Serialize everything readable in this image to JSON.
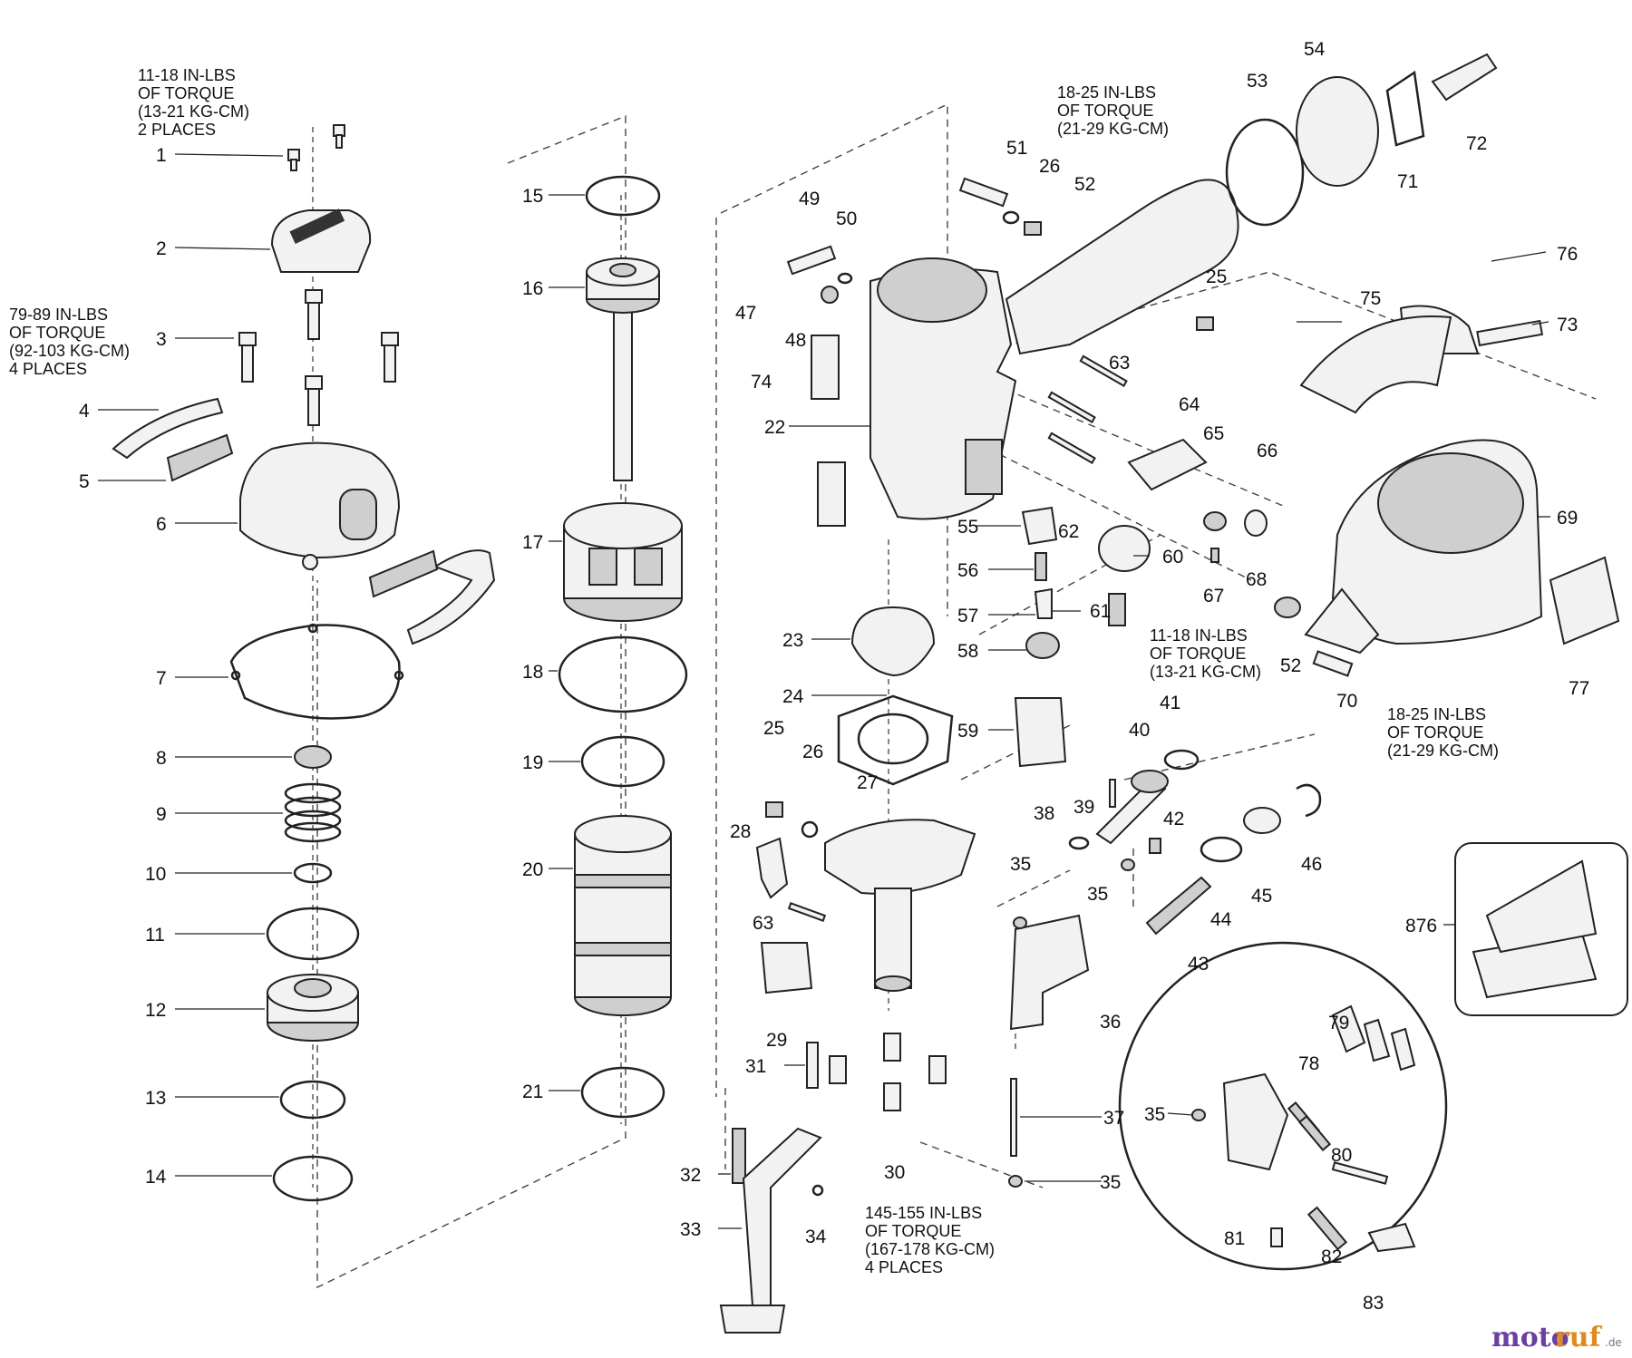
{
  "logo": {
    "part1": "moto",
    "part2": "ruf",
    "suffix": ".de"
  },
  "callouts": [
    {
      "id": "c1",
      "text": "1"
    },
    {
      "id": "c2",
      "text": "2"
    },
    {
      "id": "c3",
      "text": "3"
    },
    {
      "id": "c4",
      "text": "4"
    },
    {
      "id": "c5",
      "text": "5"
    },
    {
      "id": "c6",
      "text": "6"
    },
    {
      "id": "c7",
      "text": "7"
    },
    {
      "id": "c8",
      "text": "8"
    },
    {
      "id": "c9",
      "text": "9"
    },
    {
      "id": "c10",
      "text": "10"
    },
    {
      "id": "c11",
      "text": "11"
    },
    {
      "id": "c12",
      "text": "12"
    },
    {
      "id": "c13",
      "text": "13"
    },
    {
      "id": "c14",
      "text": "14"
    },
    {
      "id": "c15",
      "text": "15"
    },
    {
      "id": "c16",
      "text": "16"
    },
    {
      "id": "c17",
      "text": "17"
    },
    {
      "id": "c18",
      "text": "18"
    },
    {
      "id": "c19",
      "text": "19"
    },
    {
      "id": "c20",
      "text": "20"
    },
    {
      "id": "c21",
      "text": "21"
    },
    {
      "id": "c22",
      "text": "22"
    },
    {
      "id": "c23",
      "text": "23"
    },
    {
      "id": "c24",
      "text": "24"
    },
    {
      "id": "c25a",
      "text": "25"
    },
    {
      "id": "c25b",
      "text": "25"
    },
    {
      "id": "c26a",
      "text": "26"
    },
    {
      "id": "c26b",
      "text": "26"
    },
    {
      "id": "c27",
      "text": "27"
    },
    {
      "id": "c28",
      "text": "28"
    },
    {
      "id": "c29",
      "text": "29"
    },
    {
      "id": "c30",
      "text": "30"
    },
    {
      "id": "c31",
      "text": "31"
    },
    {
      "id": "c32",
      "text": "32"
    },
    {
      "id": "c33",
      "text": "33"
    },
    {
      "id": "c34",
      "text": "34"
    },
    {
      "id": "c35a",
      "text": "35"
    },
    {
      "id": "c35b",
      "text": "35"
    },
    {
      "id": "c35c",
      "text": "35"
    },
    {
      "id": "c35d",
      "text": "35"
    },
    {
      "id": "c36",
      "text": "36"
    },
    {
      "id": "c37",
      "text": "37"
    },
    {
      "id": "c38",
      "text": "38"
    },
    {
      "id": "c39",
      "text": "39"
    },
    {
      "id": "c40",
      "text": "40"
    },
    {
      "id": "c41",
      "text": "41"
    },
    {
      "id": "c42",
      "text": "42"
    },
    {
      "id": "c43",
      "text": "43"
    },
    {
      "id": "c44",
      "text": "44"
    },
    {
      "id": "c45",
      "text": "45"
    },
    {
      "id": "c46",
      "text": "46"
    },
    {
      "id": "c47",
      "text": "47"
    },
    {
      "id": "c48",
      "text": "48"
    },
    {
      "id": "c49",
      "text": "49"
    },
    {
      "id": "c50",
      "text": "50"
    },
    {
      "id": "c51",
      "text": "51"
    },
    {
      "id": "c52a",
      "text": "52"
    },
    {
      "id": "c52b",
      "text": "52"
    },
    {
      "id": "c53",
      "text": "53"
    },
    {
      "id": "c54",
      "text": "54"
    },
    {
      "id": "c55",
      "text": "55"
    },
    {
      "id": "c56",
      "text": "56"
    },
    {
      "id": "c57",
      "text": "57"
    },
    {
      "id": "c58",
      "text": "58"
    },
    {
      "id": "c59",
      "text": "59"
    },
    {
      "id": "c60",
      "text": "60"
    },
    {
      "id": "c61",
      "text": "61"
    },
    {
      "id": "c62",
      "text": "62"
    },
    {
      "id": "c63a",
      "text": "63"
    },
    {
      "id": "c63b",
      "text": "63"
    },
    {
      "id": "c64",
      "text": "64"
    },
    {
      "id": "c65",
      "text": "65"
    },
    {
      "id": "c66",
      "text": "66"
    },
    {
      "id": "c67",
      "text": "67"
    },
    {
      "id": "c68",
      "text": "68"
    },
    {
      "id": "c69",
      "text": "69"
    },
    {
      "id": "c70",
      "text": "70"
    },
    {
      "id": "c71",
      "text": "71"
    },
    {
      "id": "c72",
      "text": "72"
    },
    {
      "id": "c73",
      "text": "73"
    },
    {
      "id": "c74",
      "text": "74"
    },
    {
      "id": "c75",
      "text": "75"
    },
    {
      "id": "c76",
      "text": "76"
    },
    {
      "id": "c77",
      "text": "77"
    },
    {
      "id": "c78",
      "text": "78"
    },
    {
      "id": "c79",
      "text": "79"
    },
    {
      "id": "c80",
      "text": "80"
    },
    {
      "id": "c81",
      "text": "81"
    },
    {
      "id": "c82",
      "text": "82"
    },
    {
      "id": "c83",
      "text": "83"
    },
    {
      "id": "c876",
      "text": "876"
    }
  ],
  "torque_notes": [
    {
      "id": "t1",
      "lines": [
        "11-18 IN-LBS",
        "OF TORQUE",
        "(13-21 KG-CM)",
        "2 PLACES"
      ]
    },
    {
      "id": "t2",
      "lines": [
        "79-89 IN-LBS",
        "OF TORQUE",
        "(92-103 KG-CM)",
        "4 PLACES"
      ]
    },
    {
      "id": "t3",
      "lines": [
        "18-25 IN-LBS",
        "OF TORQUE",
        "(21-29 KG-CM)"
      ]
    },
    {
      "id": "t4",
      "lines": [
        "11-18 IN-LBS",
        "OF TORQUE",
        "(13-21 KG-CM)"
      ]
    },
    {
      "id": "t5",
      "lines": [
        "18-25 IN-LBS",
        "OF TORQUE",
        "(21-29 KG-CM)"
      ]
    },
    {
      "id": "t6",
      "lines": [
        "145-155 IN-LBS",
        "OF TORQUE",
        "(167-178 KG-CM)",
        "4 PLACES"
      ]
    }
  ]
}
